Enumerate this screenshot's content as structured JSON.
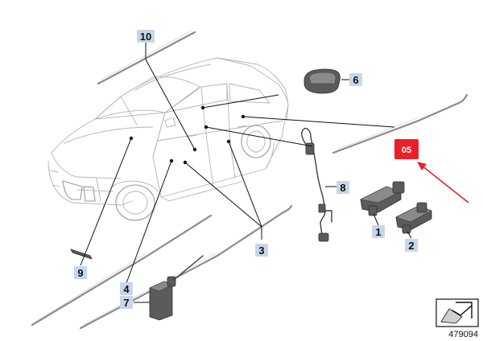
{
  "labels": {
    "p1": "1",
    "p2": "2",
    "p3": "3",
    "p4": "4",
    "p6": "6",
    "p7": "7",
    "p8": "8",
    "p9": "9",
    "p10": "10"
  },
  "badge": {
    "text": "05",
    "color": "#e8202a"
  },
  "arrow_color": "#e8202a",
  "label_bg_color": "#c8d6ea",
  "document_number": "479094",
  "icons": {
    "corner": "view-direction-icon"
  }
}
